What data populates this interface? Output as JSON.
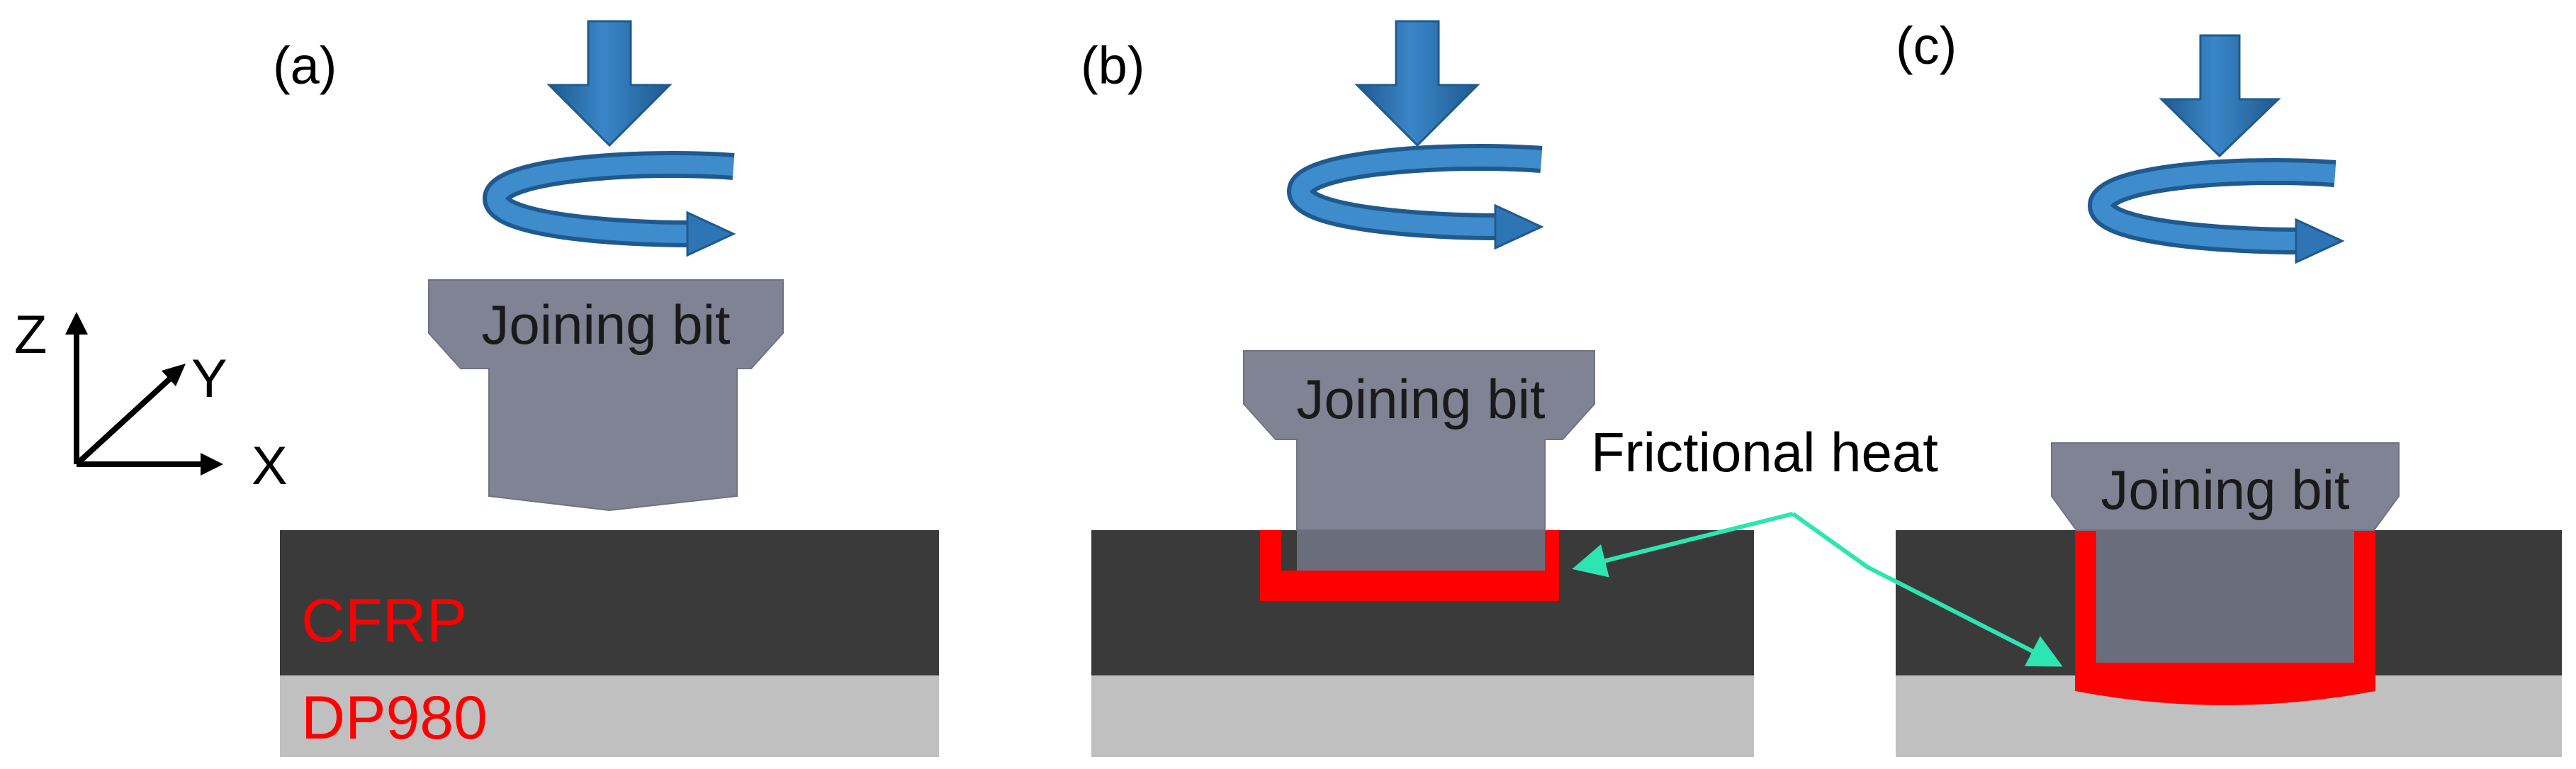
{
  "panels": [
    {
      "id": "a",
      "label": "(a)",
      "bit_label": "Joining bit"
    },
    {
      "id": "b",
      "label": "(b)",
      "bit_label": "Joining bit"
    },
    {
      "id": "c",
      "label": "(c)",
      "bit_label": "Joining bit"
    }
  ],
  "materials": {
    "top": "CFRP",
    "bottom": "DP980"
  },
  "axes": {
    "z": "Z",
    "y": "Y",
    "x": "X"
  },
  "annotation": {
    "text": "Frictional heat"
  },
  "colors": {
    "cfrp": "#3a3a3a",
    "dp980": "#c0c0c0",
    "bit": "#7f8393",
    "bit_embedded": "#6a6e7c",
    "heat": "#ff0000",
    "arrow": "#2e75b6",
    "arrow_dark": "#1f5a8f",
    "annotation_line": "#2de5b0",
    "material_text": "#ff0000"
  },
  "icons": [
    "down-arrow-icon",
    "rotation-arrow-icon"
  ]
}
